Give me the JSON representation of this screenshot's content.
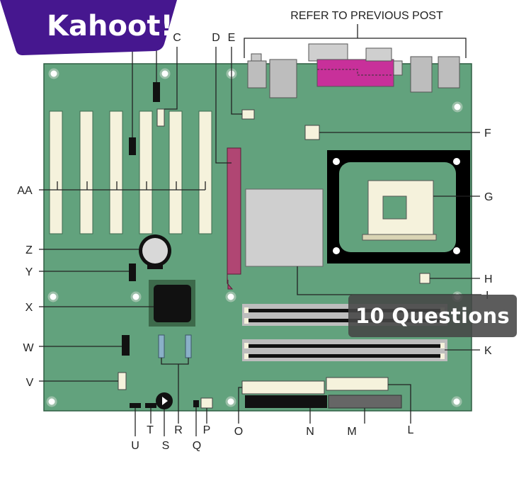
{
  "brand": {
    "logo_text": "Kahoot!",
    "color": "#46178f"
  },
  "header_text": "REFER TO PREVIOUS POST",
  "badge": {
    "text": "10 Questions"
  },
  "labels": {
    "C": "C",
    "D": "D",
    "E": "E",
    "F": "F",
    "G": "G",
    "H": "H",
    "I": "I",
    "K": "K",
    "L": "L",
    "M": "M",
    "N": "N",
    "O": "O",
    "P": "P",
    "Q": "Q",
    "R": "R",
    "S": "S",
    "T": "T",
    "U": "U",
    "V": "V",
    "W": "W",
    "X": "X",
    "Y": "Y",
    "Z": "Z",
    "AA": "AA"
  },
  "colors": {
    "board": "#62a27d",
    "slot": "#f5f2dc",
    "parallel_port": "#c8309a",
    "cpu_socket": "#000000",
    "chipset": "#cfcfcf"
  }
}
